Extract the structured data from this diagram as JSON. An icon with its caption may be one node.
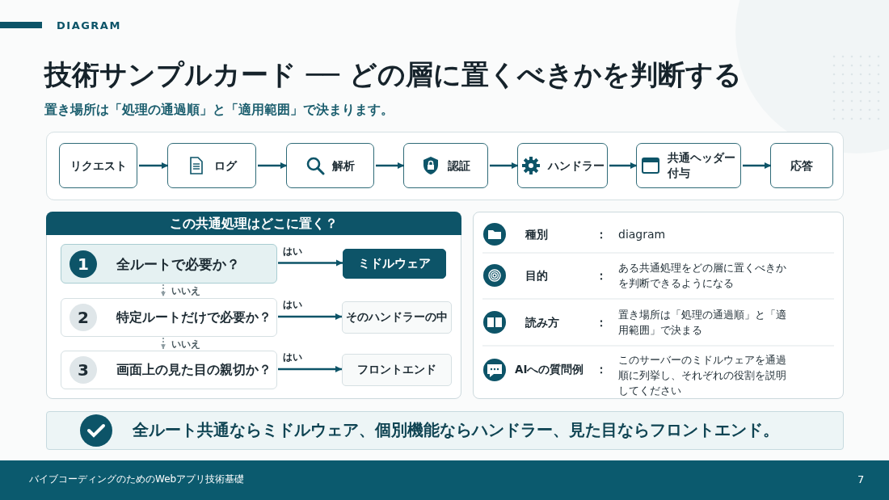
{
  "diagram": {
    "title": "技術サンプルカード ── どの層に置くべきかを判断する",
    "nodes": [
      {
        "text": [
          "リクエスト"
        ]
      },
      {
        "text": [
          "ログ"
        ]
      },
      {
        "text": [
          "解析"
        ]
      },
      {
        "text": [
          "認証"
        ]
      },
      {
        "text": [
          "ハンドラー"
        ]
      },
      {
        "text": [
          "共通ヘッダー付与"
        ]
      },
      {
        "text": [
          "応答"
        ]
      },
      {
        "text": [
          "この共通処理はどこに置く？"
        ]
      },
      {
        "text": [
          "1",
          "全ルートで必要か？"
        ],
        "in": 7
      },
      {
        "text": [
          "ミドルウェア"
        ],
        "in": 7
      },
      {
        "text": [
          "2",
          "特定ルートだけで必要か？"
        ],
        "in": 7
      },
      {
        "text": [
          "そのハンドラーの中"
        ],
        "in": 7
      },
      {
        "text": [
          "3",
          "画面上の見た目の親切か？"
        ],
        "in": 7
      },
      {
        "text": [
          "フロントエンド"
        ],
        "in": 7
      },
      {
        "text": [
          "全ルート共通ならミドルウェア、個別機能ならハンドラー、見た目ならフロントエンド。"
        ]
      }
    ],
    "edges": [
      {
        "from": 0,
        "to": 1,
        "arrow": "to"
      },
      {
        "from": 1,
        "to": 2,
        "arrow": "to"
      },
      {
        "from": 2,
        "to": 3,
        "arrow": "to"
      },
      {
        "from": 3,
        "to": 4,
        "arrow": "to"
      },
      {
        "from": 4,
        "to": 5,
        "arrow": "to"
      },
      {
        "from": 5,
        "to": 6,
        "arrow": "to"
      },
      {
        "from": 8,
        "to": 9,
        "arrow": "to",
        "label": "はい"
      },
      {
        "from": 8,
        "to": 10,
        "arrow": "to",
        "label": "いいえ",
        "style": "dashed",
        "color": "#8c9ba1"
      },
      {
        "from": 10,
        "to": 11,
        "arrow": "to",
        "label": "はい"
      },
      {
        "from": 10,
        "to": 12,
        "arrow": "to",
        "label": "いいえ",
        "style": "dashed",
        "color": "#8c9ba1"
      },
      {
        "from": 12,
        "to": 13,
        "arrow": "to",
        "label": "はい"
      }
    ],
    "labels": [
      "DIAGRAM",
      "置き場所は「処理の通過順」と「適用範囲」で決まります。",
      "種別",
      "：",
      "diagram",
      "目的",
      "：",
      "ある共通処理をどの層に置くべきかを判断できるようになる",
      "読み方",
      "：",
      "置き場所は「処理の通過順」と「適用範囲」で決まる",
      "AIへの質問例",
      "：",
      "このサーバーのミドルウェアを通過順に列挙し、それぞれの役割を説明してください",
      "バイブコーディングのためのWebアプリ技術基礎",
      "7"
    ]
  }
}
